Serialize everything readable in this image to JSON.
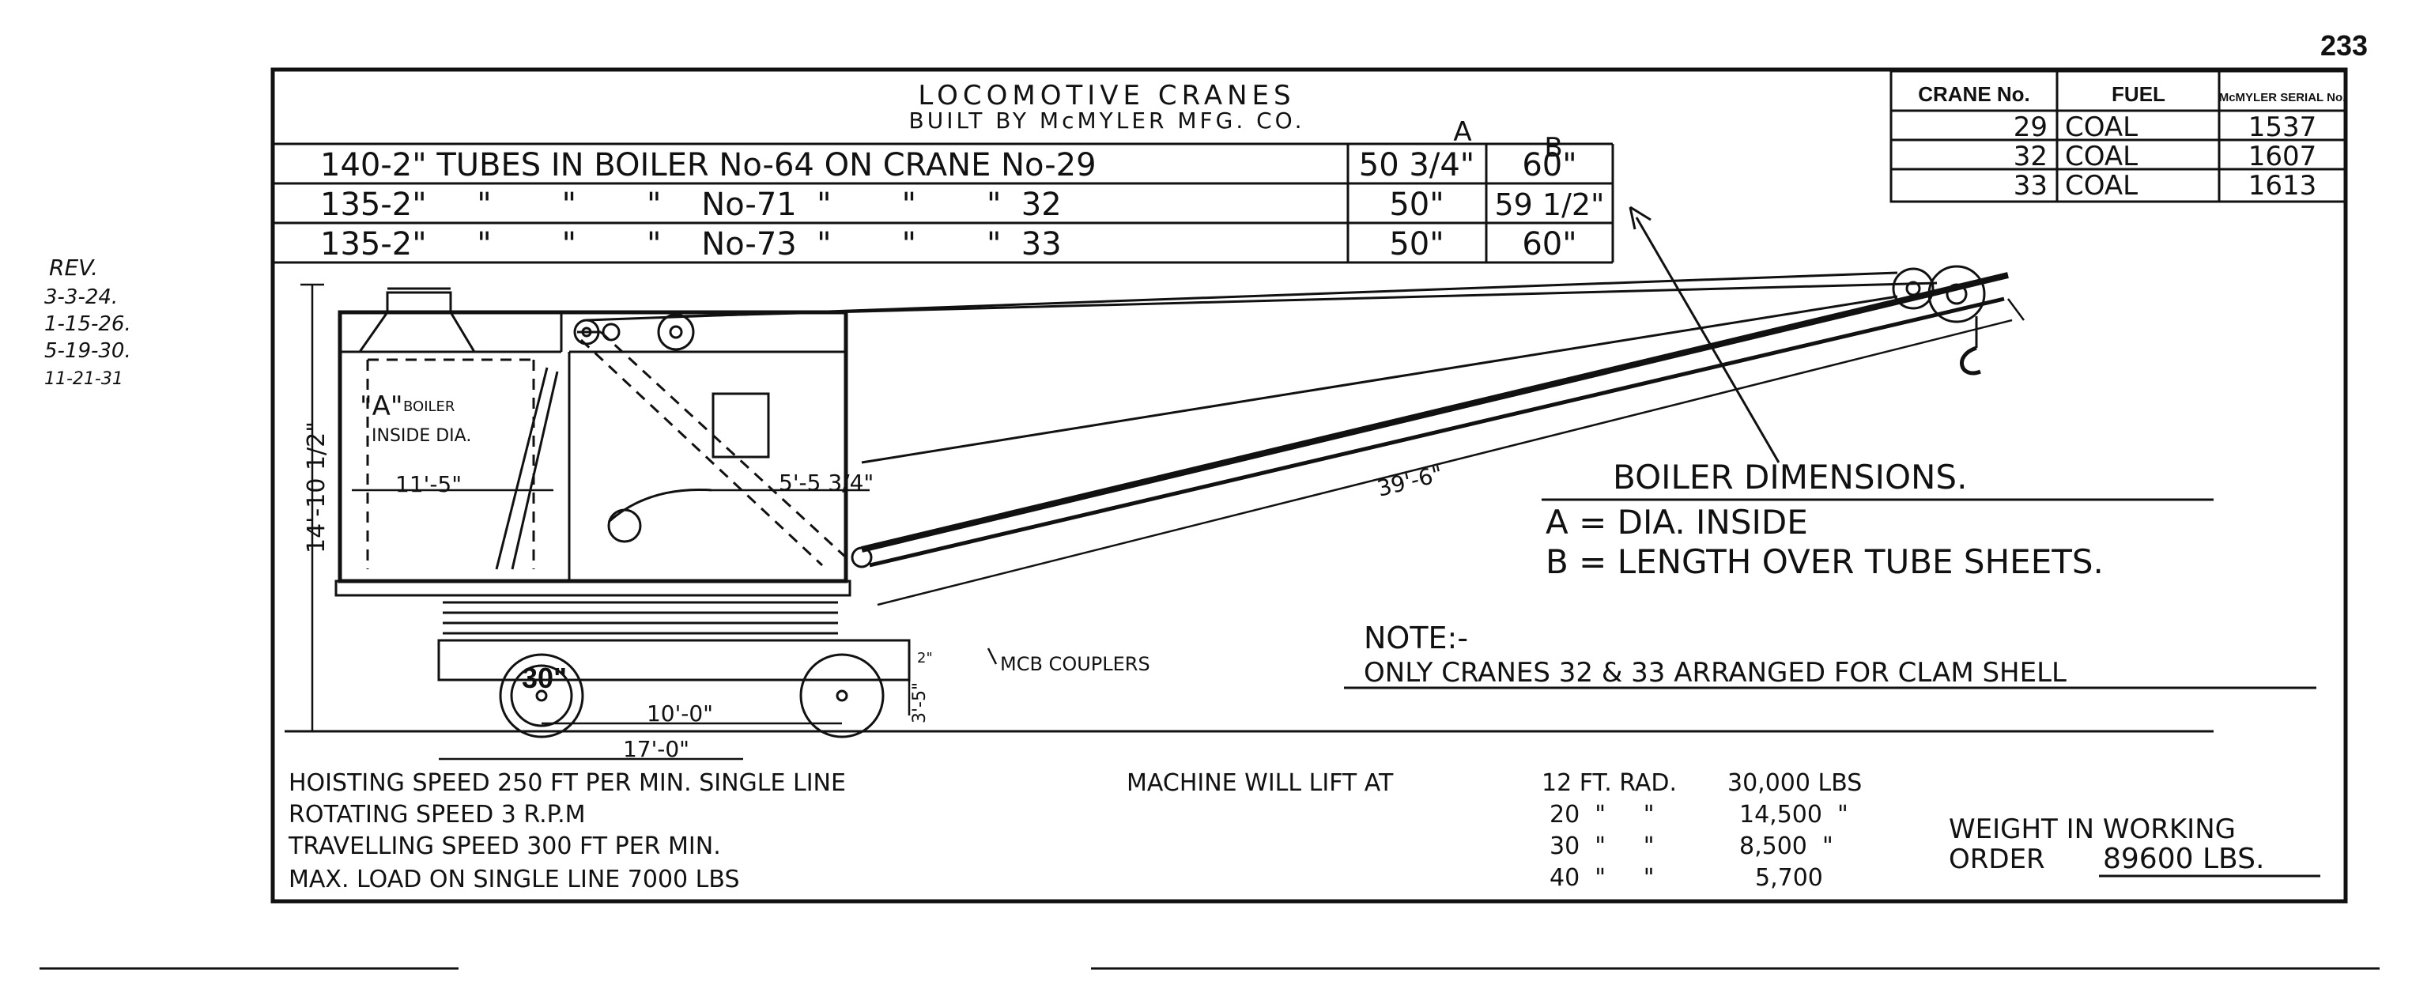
{
  "page_number": "233",
  "revisions": {
    "label": "REV.",
    "dates": [
      "3-3-24.",
      "1-15-26.",
      "5-19-30.",
      "11-21-31"
    ]
  },
  "title": {
    "line1": "LOCOMOTIVE CRANES",
    "line2": "BUILT BY McMYLER MFG. CO."
  },
  "boiler_table": {
    "headers": {
      "a": "A",
      "b": "B"
    },
    "rows": [
      {
        "tubes": "140-2\" TUBES IN BOILER No-64 ON CRANE No-29",
        "a": "50 3/4\"",
        "b": "60\""
      },
      {
        "tubes": "135-2\"     \"       \"       \"    No-71  \"       \"       \"  32",
        "a": "50\"",
        "b": "59 1/2\""
      },
      {
        "tubes": "135-2\"     \"       \"       \"    No-73  \"       \"       \"  33",
        "a": "50\"",
        "b": "60\""
      }
    ]
  },
  "crane_table": {
    "headers": [
      "CRANE No.",
      "FUEL",
      "McMYLER SERIAL No."
    ],
    "rows": [
      [
        "29",
        "COAL",
        "1537"
      ],
      [
        "32",
        "COAL",
        "1607"
      ],
      [
        "33",
        "COAL",
        "1613"
      ]
    ]
  },
  "boiler_dimensions": {
    "title": "BOILER DIMENSIONS.",
    "a_line": "A = DIA. INSIDE",
    "b_line": "B = LENGTH OVER TUBE SHEETS."
  },
  "note": {
    "label": "NOTE:-",
    "text": "ONLY CRANES 32 & 33 ARRANGED FOR CLAM SHELL"
  },
  "drawing_labels": {
    "boiler_a": "\"A\"",
    "boiler_word": "BOILER",
    "inside_dia": "INSIDE DIA.",
    "width_11_5": "11'-5\"",
    "height_14_10": "14'-10 1/2\"",
    "radius_5_5": "5'-5 3/4\"",
    "boom_length": "39'-6\"",
    "couplers": "MCB COUPLERS",
    "wheel_30": "30\"",
    "wheelbase": "10'-0\"",
    "truck_length": "17'-0\"",
    "truck_height": "3'-5\"",
    "rail_2": "2\""
  },
  "specs": {
    "hoisting": "HOISTING SPEED 250 FT PER MIN. SINGLE LINE",
    "rotating": "ROTATING SPEED 3 R.P.M",
    "travelling": "TRAVELLING SPEED 300 FT PER MIN.",
    "max_load": "MAX. LOAD ON SINGLE LINE 7000 LBS"
  },
  "lift_table": {
    "label": "MACHINE WILL LIFT AT",
    "rows": [
      {
        "radius": "12 FT. RAD.",
        "load": "30,000 LBS"
      },
      {
        "radius": "20  \"     \"",
        "load": "14,500  \""
      },
      {
        "radius": "30  \"     \"",
        "load": "8,500  \""
      },
      {
        "radius": "40  \"     \"",
        "load": "5,700"
      }
    ]
  },
  "weight": {
    "line1": "WEIGHT IN WORKING",
    "line2_prefix": "ORDER",
    "value": "89600 LBS."
  }
}
